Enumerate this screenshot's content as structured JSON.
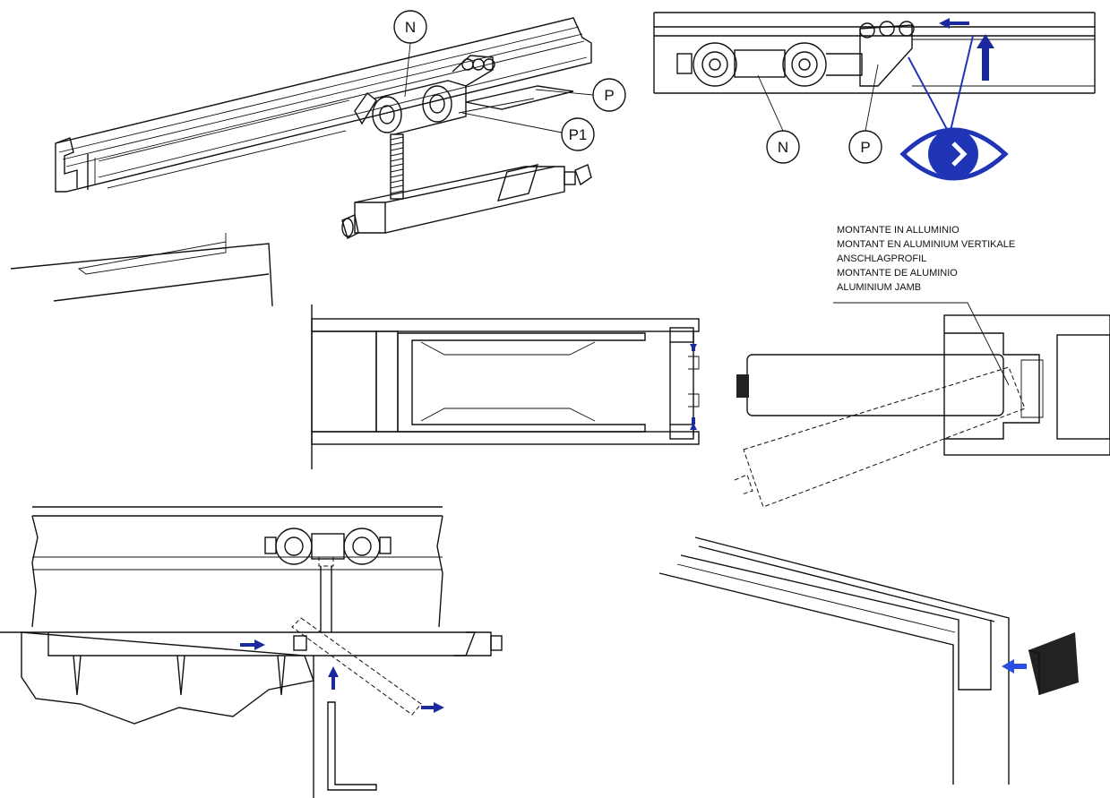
{
  "callouts": {
    "n_top": "N",
    "p_top": "P",
    "p1_top": "P1",
    "n_detail": "N",
    "p_detail": "P"
  },
  "jamb_note": {
    "line1": "MONTANTE IN ALLUMINIO",
    "line2": "MONTANT EN ALUMINIUM VERTIKALE",
    "line3": "ANSCHLAGPROFIL",
    "line4": "MONTANTE DE ALUMINIO",
    "line5": "ALUMINIUM JAMB"
  },
  "colors": {
    "arrow_dark": "#1a2a9c",
    "arrow_light": "#2a4fe0",
    "eye": "#1f35b5",
    "line": "#111111"
  },
  "icons": [
    "eye-icon",
    "arrow-icon",
    "screw-icon",
    "allen-key-icon",
    "end-cap-icon"
  ]
}
